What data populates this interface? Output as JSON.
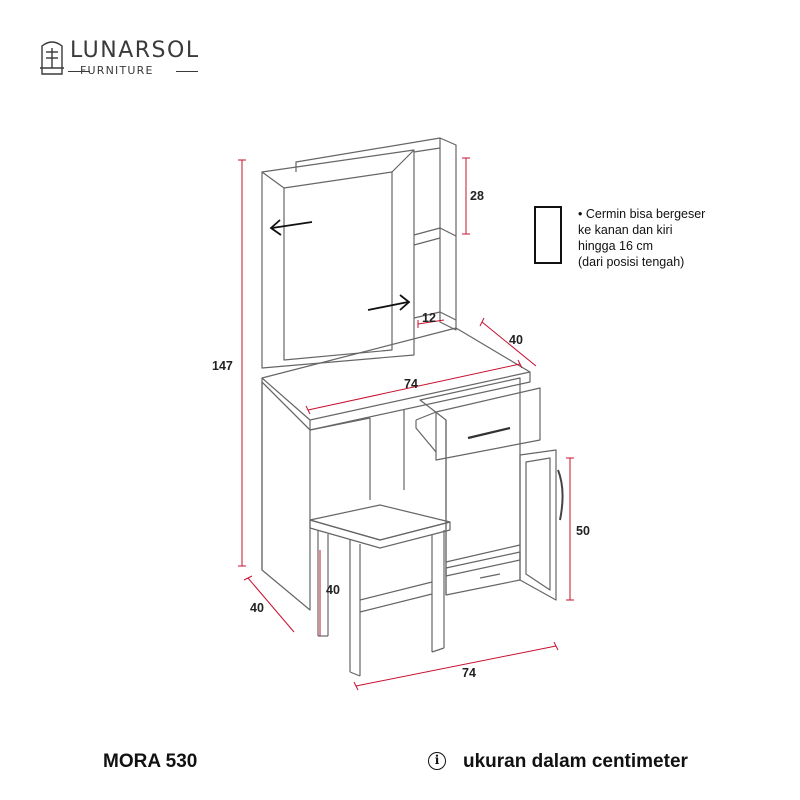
{
  "brand": {
    "name": "LUNARSOL",
    "tagline": "FURNITURE"
  },
  "note": {
    "lines": [
      "• Cermin bisa bergeser",
      "ke kanan dan kiri",
      "hingga 16 cm",
      "(dari posisi tengah)"
    ]
  },
  "dimensions": {
    "total_height": "147",
    "shelf_height": "28",
    "shelf_depth": "12",
    "table_depth": "40",
    "table_width": "74",
    "cabinet_height": "50",
    "base_depth": "40",
    "stool_height": "40",
    "base_width": "74"
  },
  "footer": {
    "model": "MORA 530",
    "units": "ukuran dalam centimeter",
    "info_symbol": "i"
  },
  "colors": {
    "dimension": "#c8102e",
    "outline": "#555555",
    "text": "#111111"
  }
}
